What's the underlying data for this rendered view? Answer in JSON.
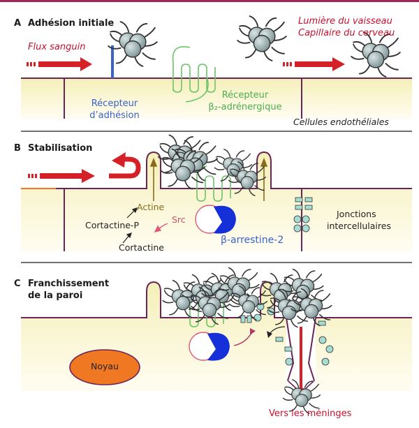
{
  "panels": {
    "a": {
      "letter": "A",
      "title": "Adhésion initiale",
      "flux": "Flux sanguin",
      "lumen_line1": "Lumière du vaisseau",
      "lumen_line2": "Capillaire du cerveau",
      "adhesion_line1": "Récepteur",
      "adhesion_line2": "d’adhésion",
      "beta2_line1": "Récepteur",
      "beta2_line2": "β₂-adrénergique",
      "endothelial": "Cellules endothéliales"
    },
    "b": {
      "letter": "B",
      "title": "Stabilisation",
      "actine": "Actine",
      "cortactine_p": "Cortactine-P",
      "src": "Src",
      "cortactine": "Cortactine",
      "arrestin": "β-arrestine-2",
      "junctions_line1": "Jonctions",
      "junctions_line2": "intercellulaires"
    },
    "c": {
      "letter": "C",
      "title_line1": "Franchissement",
      "title_line2": "de la paroi",
      "nucleus": "Noyau",
      "meninges": "Vers les méninges"
    }
  },
  "colors": {
    "membrane": "#6b2458",
    "cell_fill": "#fbf6cf",
    "arrow_red": "#d62027",
    "green_receptor": "#6cc46a",
    "arrestin_blue": "#1530d8",
    "adhesion_blue": "#3a63c7",
    "nucleus_orange": "#f07822",
    "bacteria": "#8fa3a6",
    "junction": "#a6dcd2"
  }
}
